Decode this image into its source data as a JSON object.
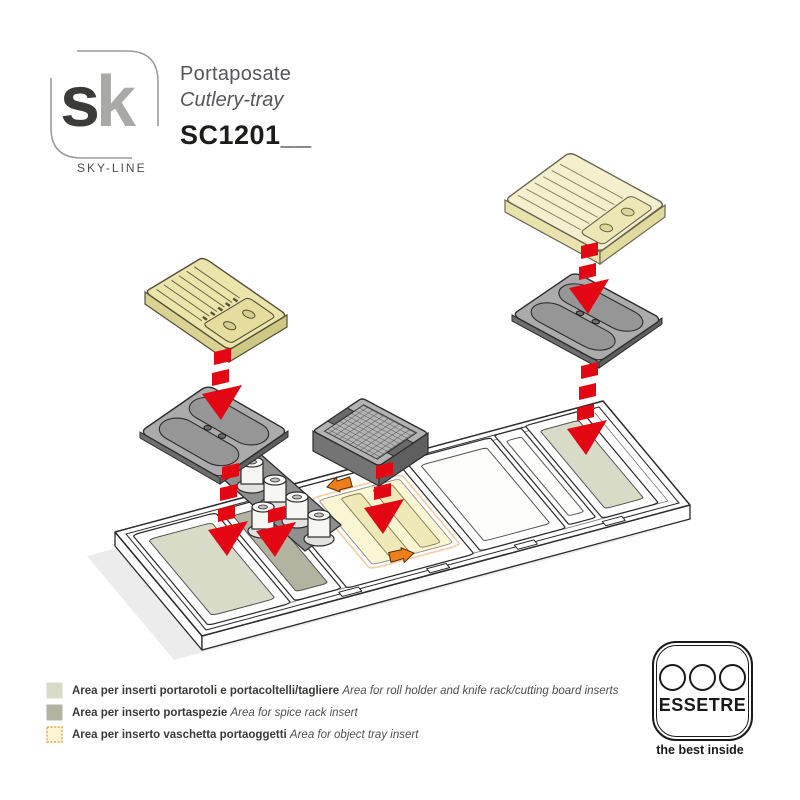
{
  "header": {
    "brand": {
      "letter_dark": "s",
      "letter_light": "k",
      "line": "SKY-LINE"
    },
    "product_name_it": "Portaposate",
    "product_name_en": "Cutlery-tray",
    "model_code": "SC1201__"
  },
  "colors": {
    "arrow_red": "#e30613",
    "arrow_orange": "#ef7d1a",
    "area_roll_knife": "#d9dbc9",
    "area_spice": "#b2b3a1",
    "area_object": "#faf6d3",
    "object_border": "#f0a050"
  },
  "legend": {
    "items": [
      {
        "label_it": "Area per inserti portarotoli e portacoltelli/tagliere ",
        "label_en": "Area for roll holder and knife rack/cutting board inserts",
        "color": "#d9dbc9"
      },
      {
        "label_it": "Area per inserto portaspezie ",
        "label_en": "Area for spice rack insert",
        "color": "#b2b3a1"
      },
      {
        "label_it": "Area per inserto vaschetta portaoggetti ",
        "label_en": "Area for object tray insert",
        "color": "#faf6d3",
        "border_color": "#f0a050"
      }
    ]
  },
  "footer_brand": {
    "name": "ESSETRE",
    "tagline": "the best inside"
  }
}
